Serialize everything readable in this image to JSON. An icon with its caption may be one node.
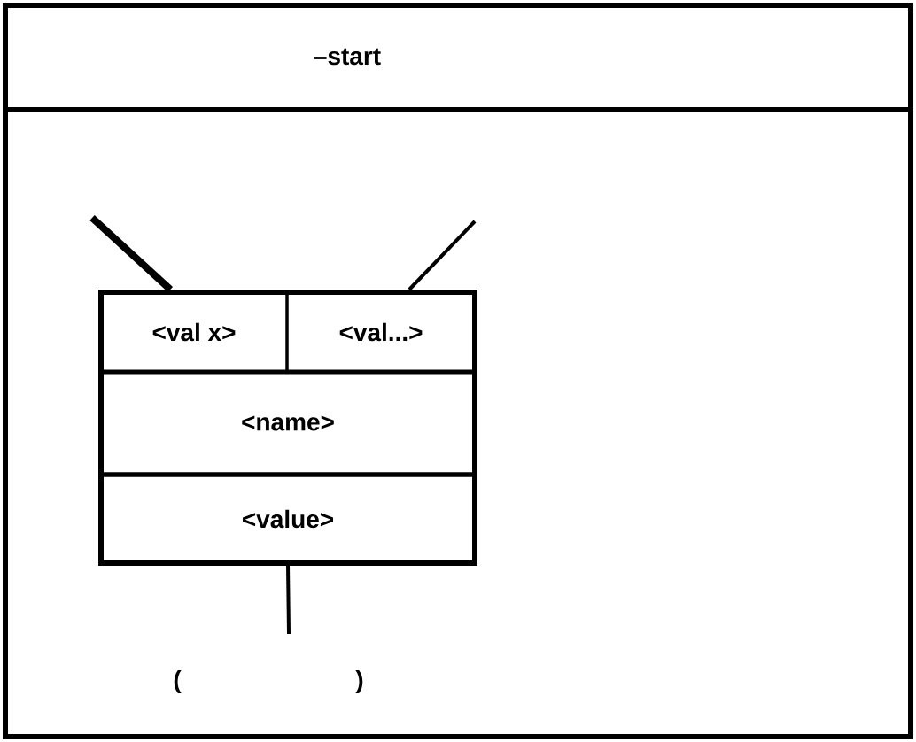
{
  "diagram": {
    "nodes": [
      {
        "text": [
          "–start"
        ]
      },
      {
        "text": [],
        "shape": "box",
        "in": 0
      },
      {
        "text": [
          "<val  x>"
        ],
        "in": 1
      },
      {
        "text": [
          "<val...>"
        ],
        "in": 1
      },
      {
        "text": [
          "<name>"
        ],
        "in": 1
      },
      {
        "text": [
          "<value>"
        ],
        "in": 1
      }
    ],
    "edges": [
      {
        "from": null,
        "to": 1,
        "arrow": "none",
        "style": "thick"
      },
      {
        "from": null,
        "to": 1,
        "arrow": "none"
      },
      {
        "from": 1,
        "to": null,
        "arrow": "none"
      }
    ],
    "labels": [
      "(",
      ")"
    ]
  }
}
